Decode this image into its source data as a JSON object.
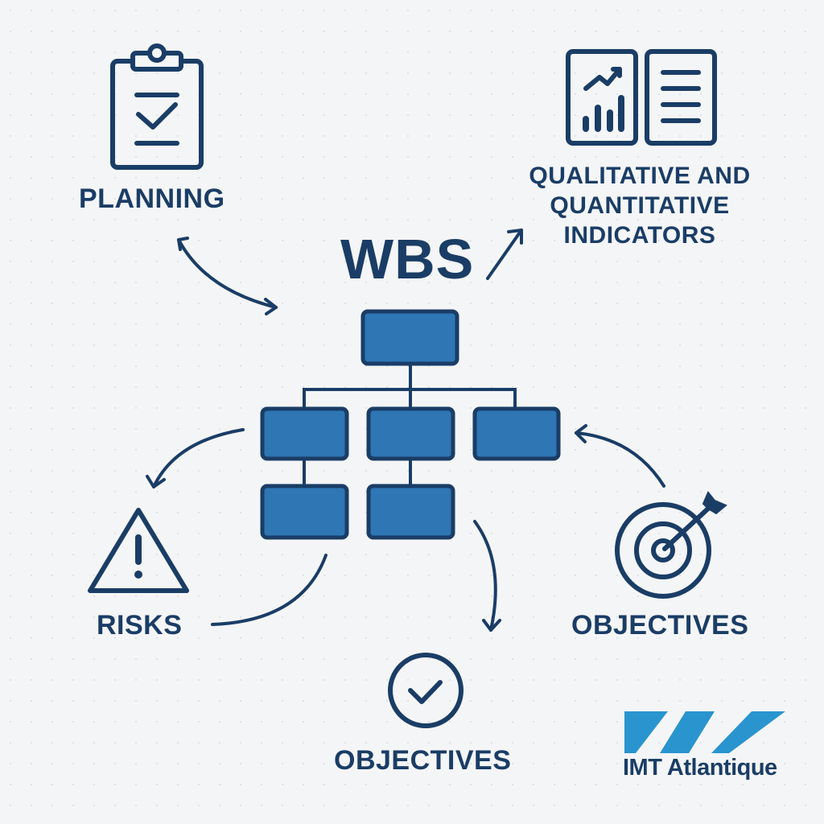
{
  "title": "WBS",
  "labels": {
    "planning": "PLANNING",
    "indicators": [
      "QUALITATIVE AND",
      "QUANTITATIVE",
      "INDICATORS"
    ],
    "risks": "RISKS",
    "objectives_right": "OBJECTIVES",
    "objectives_bottom": "OBJECTIVES"
  },
  "logo": {
    "text": "IMT Atlantique"
  },
  "colors": {
    "navy": "#1a3d66",
    "box_fill": "#2e76b4",
    "logo_blue": "#2a94cf",
    "background": "#f4f5f6"
  },
  "icons": [
    "clipboard-check-icon",
    "chart-icon",
    "document-icon",
    "warning-icon",
    "target-icon",
    "check-circle-icon"
  ]
}
